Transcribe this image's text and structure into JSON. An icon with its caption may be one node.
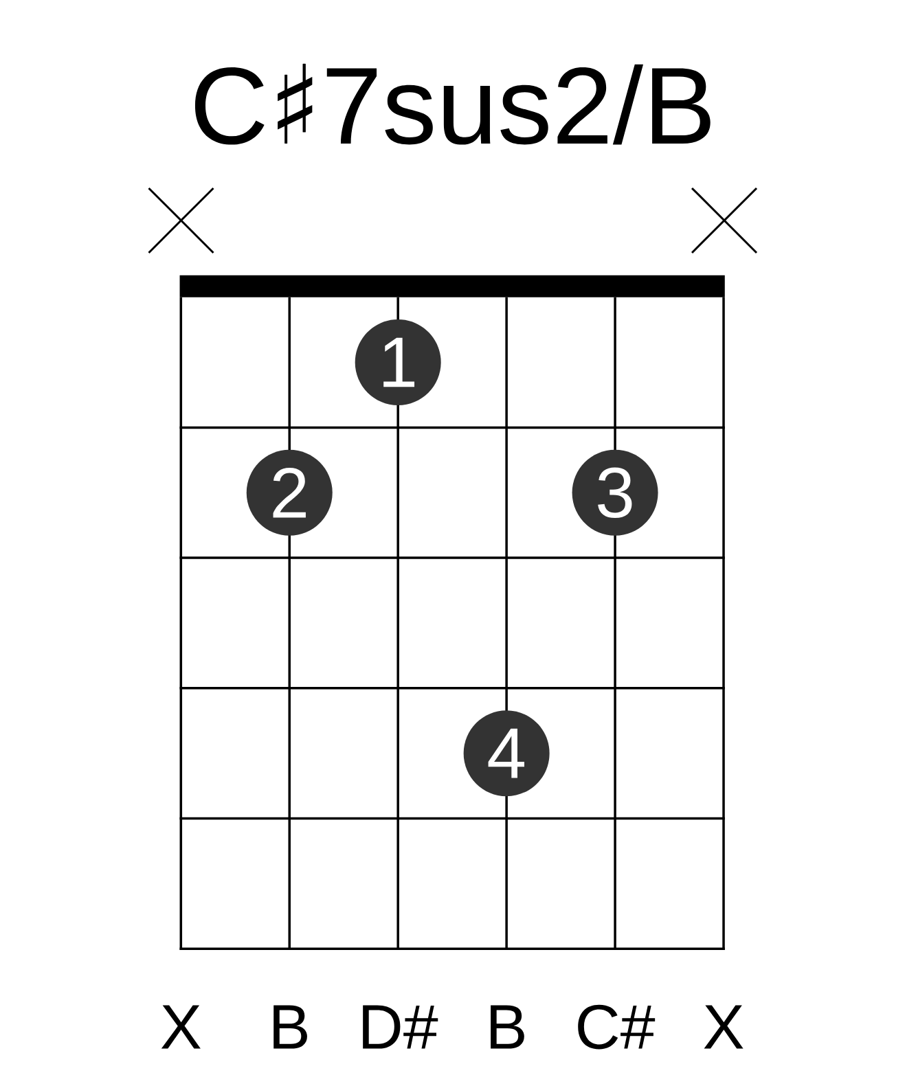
{
  "diagram": {
    "title": "C♯7sus2/B",
    "nodes": [
      {
        "text": [
          "1"
        ]
      },
      {
        "text": [
          "2"
        ]
      },
      {
        "text": [
          "3"
        ]
      },
      {
        "text": [
          "4"
        ]
      }
    ],
    "labels": [
      "X",
      "B",
      "D#",
      "B",
      "C#",
      "X"
    ]
  }
}
